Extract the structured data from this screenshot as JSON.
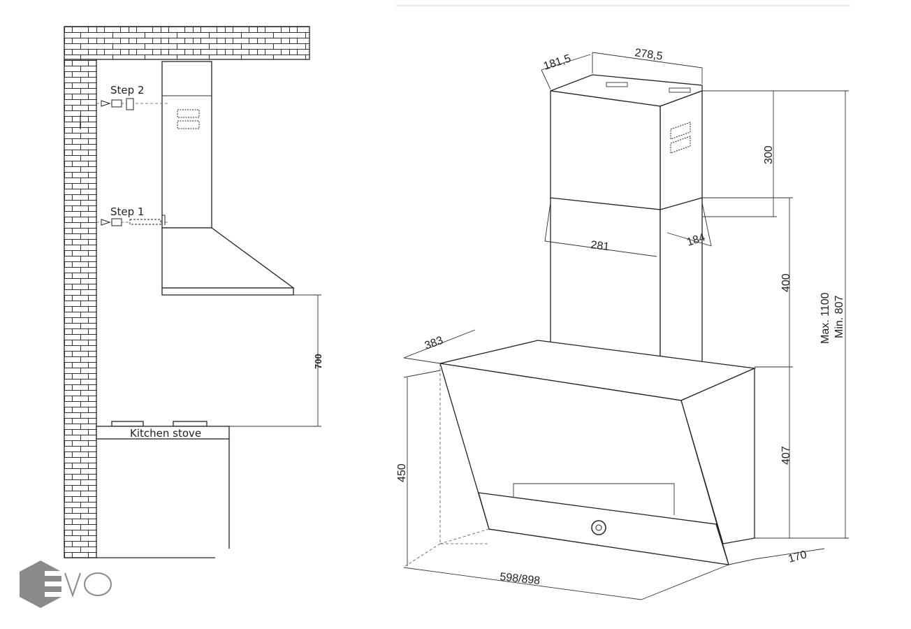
{
  "left_diagram": {
    "step2_label": "Step 2",
    "step1_label": "Step 1",
    "height_above_stove": "700",
    "stove_label": "Kitchen stove"
  },
  "right_diagram": {
    "chimney_top_depth": "181,5",
    "chimney_top_width": "278,5",
    "upper_chimney_height": "300",
    "lower_chimney_width": "281",
    "lower_chimney_depth": "184",
    "lower_chimney_height": "400",
    "total_max": "Max. 1100",
    "total_min": "Min. 807",
    "hood_depth": "383",
    "hood_height": "450",
    "body_height": "407",
    "bottom_depth": "170",
    "hood_width": "598/898"
  },
  "logo": {
    "text": "EVO",
    "color": "#8a8a8a"
  }
}
